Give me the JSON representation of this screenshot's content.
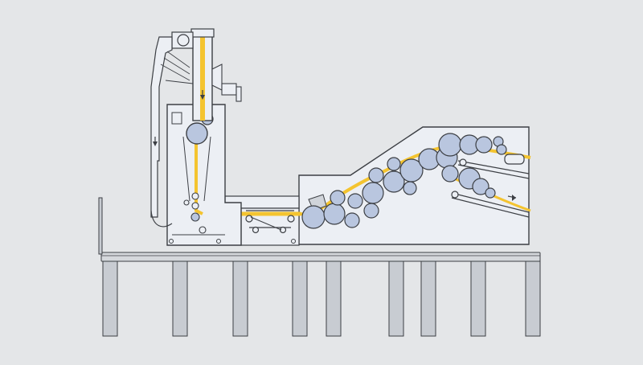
{
  "diagram": {
    "colors": {
      "background": "#e4e6e8",
      "machine_fill": "#eceff4",
      "stroke": "#3c3f44",
      "material_flow": "#f4c430",
      "roller_fill": "#b9c6df",
      "support_fill": "#c8ccd2"
    },
    "components": [
      "feed-chute",
      "fan",
      "hopper",
      "conveyor",
      "carding-section",
      "support-table"
    ],
    "icons": [
      "arrow-down-icon",
      "arrow-right-icon"
    ]
  }
}
